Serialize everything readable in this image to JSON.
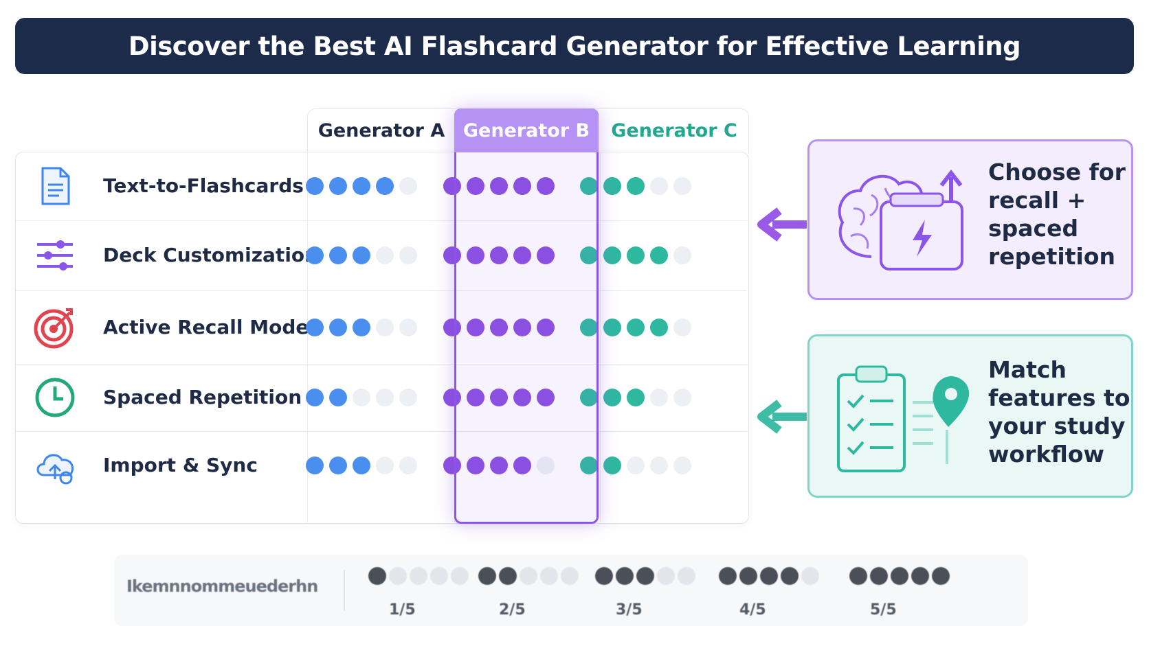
{
  "title": "Discover the Best AI Flashcard Generator for Effective Learning",
  "columns": [
    {
      "label": "Generator A",
      "color": "#1f2a44",
      "dot_color": "#4a8ef0"
    },
    {
      "label": "Generator B",
      "color": "#ffffff",
      "dot_color": "#8b4fe0"
    },
    {
      "label": "Generator C",
      "color": "#22a88f",
      "dot_color": "#2fb8a0"
    }
  ],
  "features": [
    {
      "label": "Text-to-Flashcards",
      "icon": "document-icon",
      "ratings": [
        4,
        5,
        3
      ]
    },
    {
      "label": "Deck Customization",
      "icon": "sliders-icon",
      "ratings": [
        3,
        5,
        4
      ]
    },
    {
      "label": "Active Recall Mode",
      "icon": "target-icon",
      "ratings": [
        3,
        5,
        4
      ]
    },
    {
      "label": "Spaced Repetition",
      "icon": "clock-icon",
      "ratings": [
        2,
        5,
        3
      ]
    },
    {
      "label": "Import & Sync",
      "icon": "cloud-sync-icon",
      "ratings": [
        3,
        4,
        2
      ]
    }
  ],
  "max_rating": 5,
  "callouts": [
    {
      "lines": [
        "Choose for",
        "recall +",
        "spaced",
        "repetition"
      ],
      "border": "#b892f0",
      "bg": "#f3edfd",
      "arrow_color": "#9a5ae8",
      "icon": "brain-flashcard-icon"
    },
    {
      "lines": [
        "Match",
        "features to",
        "your study",
        "workflow"
      ],
      "border": "#7fd6c6",
      "bg": "#eaf8f5",
      "arrow_color": "#3fbca6",
      "icon": "checklist-pin-icon"
    }
  ],
  "scale": {
    "label": "Ikemnnommeuederhn",
    "items": [
      {
        "filled": 1,
        "label": "1/5"
      },
      {
        "filled": 2,
        "label": "2/5"
      },
      {
        "filled": 3,
        "label": "3/5"
      },
      {
        "filled": 4,
        "label": "4/5"
      },
      {
        "filled": 5,
        "label": "5/5"
      }
    ]
  }
}
